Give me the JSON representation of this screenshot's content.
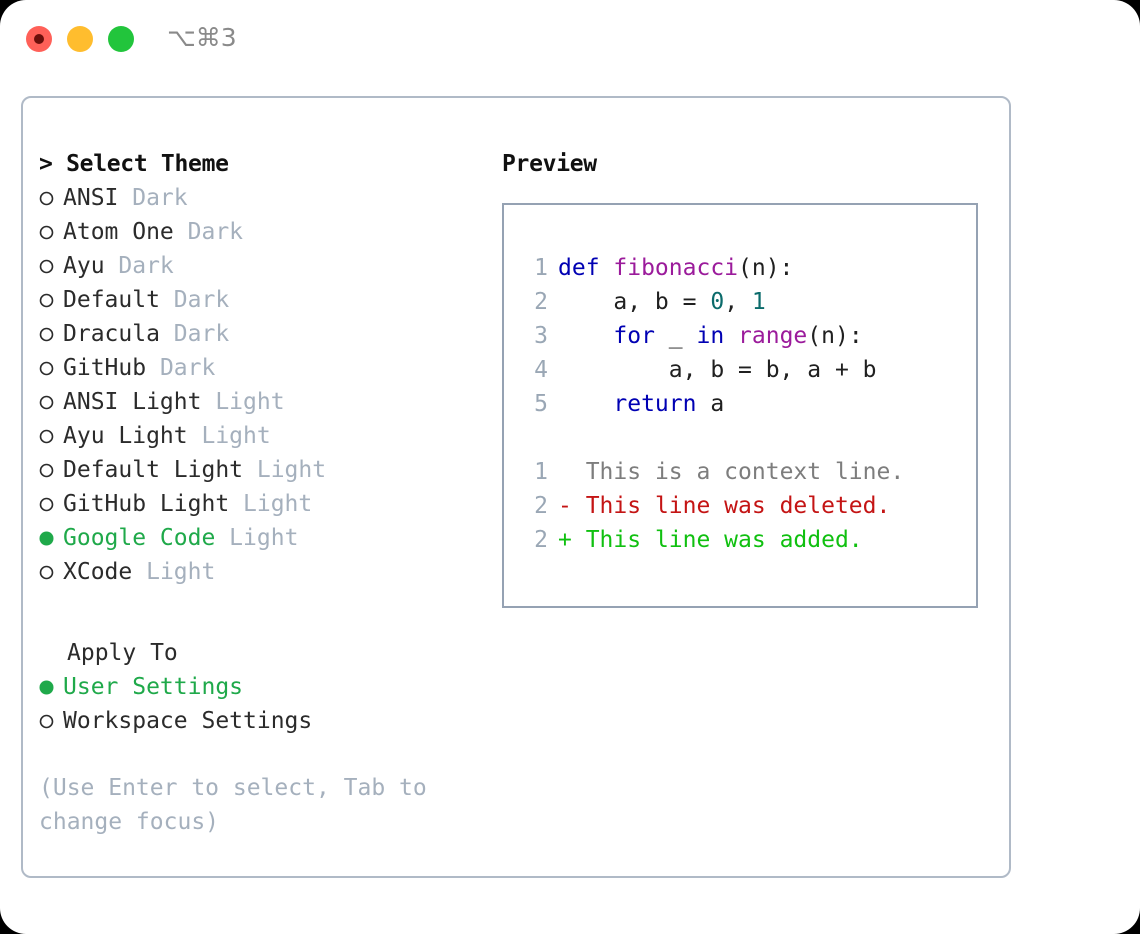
{
  "window": {
    "shortcut_label": "⌥⌘3",
    "traffic_lights": [
      {
        "name": "close",
        "color": "#ff6058"
      },
      {
        "name": "minimize",
        "color": "#ffbd2e"
      },
      {
        "name": "maximize",
        "color": "#22c53c"
      }
    ]
  },
  "theme_picker": {
    "header": "> Select Theme",
    "items": [
      {
        "label": "ANSI",
        "variant": "Dark",
        "selected": false
      },
      {
        "label": "Atom One",
        "variant": "Dark",
        "selected": false
      },
      {
        "label": "Ayu",
        "variant": "Dark",
        "selected": false
      },
      {
        "label": "Default",
        "variant": "Dark",
        "selected": false
      },
      {
        "label": "Dracula",
        "variant": "Dark",
        "selected": false
      },
      {
        "label": "GitHub",
        "variant": "Dark",
        "selected": false
      },
      {
        "label": "ANSI Light",
        "variant": "Light",
        "selected": false
      },
      {
        "label": "Ayu Light",
        "variant": "Light",
        "selected": false
      },
      {
        "label": "Default Light",
        "variant": "Light",
        "selected": false
      },
      {
        "label": "GitHub Light",
        "variant": "Light",
        "selected": false
      },
      {
        "label": "Google Code",
        "variant": "Light",
        "selected": true
      },
      {
        "label": "XCode",
        "variant": "Light",
        "selected": false
      }
    ]
  },
  "apply_to": {
    "title": "Apply To",
    "options": [
      {
        "label": "User Settings",
        "selected": true
      },
      {
        "label": "Workspace Settings",
        "selected": false
      }
    ]
  },
  "hint": "(Use Enter to select, Tab to change focus)",
  "preview": {
    "title": "Preview",
    "code_lines": [
      {
        "num": "1",
        "tokens": [
          {
            "t": "def ",
            "c": "kw"
          },
          {
            "t": "fibonacci",
            "c": "fn"
          },
          {
            "t": "(n):",
            "c": "plain"
          }
        ]
      },
      {
        "num": "2",
        "tokens": [
          {
            "t": "    a, b = ",
            "c": "plain"
          },
          {
            "t": "0",
            "c": "num"
          },
          {
            "t": ", ",
            "c": "plain"
          },
          {
            "t": "1",
            "c": "num"
          }
        ]
      },
      {
        "num": "3",
        "tokens": [
          {
            "t": "    ",
            "c": "plain"
          },
          {
            "t": "for",
            "c": "kw"
          },
          {
            "t": " _ ",
            "c": "plain"
          },
          {
            "t": "in",
            "c": "kw"
          },
          {
            "t": " ",
            "c": "plain"
          },
          {
            "t": "range",
            "c": "fn"
          },
          {
            "t": "(n):",
            "c": "plain"
          }
        ]
      },
      {
        "num": "4",
        "tokens": [
          {
            "t": "        a, b = b, a + b",
            "c": "plain"
          }
        ]
      },
      {
        "num": "5",
        "tokens": [
          {
            "t": "    ",
            "c": "plain"
          },
          {
            "t": "return",
            "c": "kw"
          },
          {
            "t": " a",
            "c": "plain"
          }
        ]
      }
    ],
    "diff_lines": [
      {
        "num": "1",
        "marker": " ",
        "text": "This is a context line.",
        "kind": "context"
      },
      {
        "num": "2",
        "marker": "-",
        "text": "This line was deleted.",
        "kind": "deleted"
      },
      {
        "num": "2",
        "marker": "+",
        "text": "This line was added.",
        "kind": "added"
      }
    ]
  },
  "colors": {
    "accent_green": "#1fa94a",
    "muted": "#a5b0bd",
    "border": "#b0bac7",
    "code_border": "#95a2b3",
    "keyword": "#0000b3",
    "function": "#9b1b9b",
    "number": "#0b6b6b",
    "diff_deleted": "#c41414",
    "diff_added": "#10c010",
    "diff_context": "#7d7d7d"
  }
}
